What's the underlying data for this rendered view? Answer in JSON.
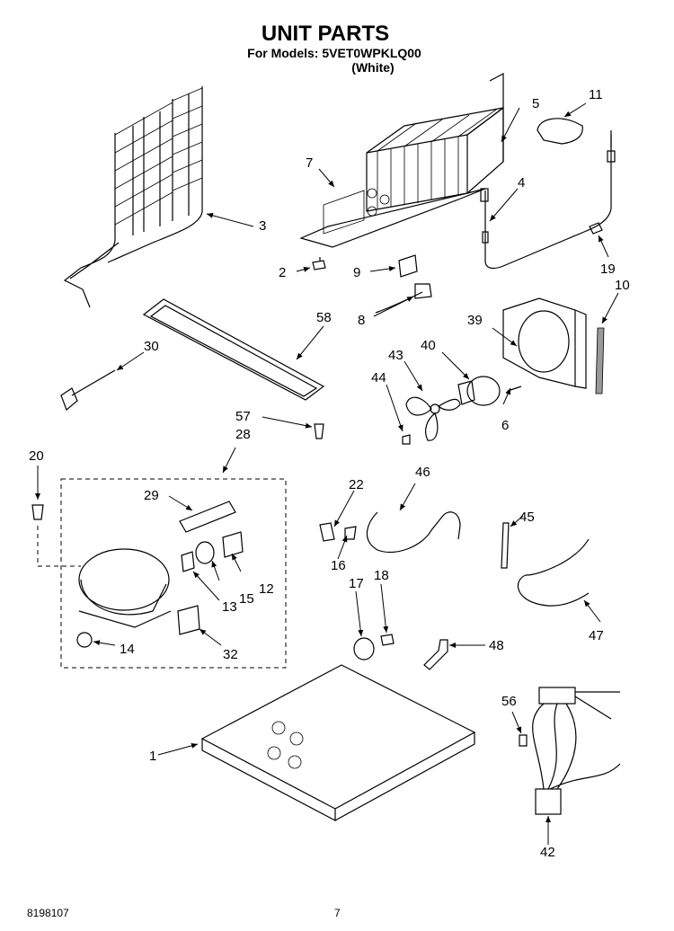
{
  "header": {
    "title": "UNIT PARTS",
    "models": "For Models: 5VET0WPKLQ00",
    "color": "(White)"
  },
  "footer": {
    "doc_number": "8198107",
    "page_number": "7"
  },
  "callouts": [
    "1",
    "2",
    "3",
    "4",
    "5",
    "6",
    "7",
    "8",
    "9",
    "10",
    "11",
    "12",
    "13",
    "14",
    "15",
    "16",
    "17",
    "18",
    "19",
    "20",
    "22",
    "28",
    "29",
    "30",
    "32",
    "39",
    "40",
    "42",
    "43",
    "44",
    "45",
    "46",
    "47",
    "48",
    "56",
    "57",
    "58"
  ]
}
